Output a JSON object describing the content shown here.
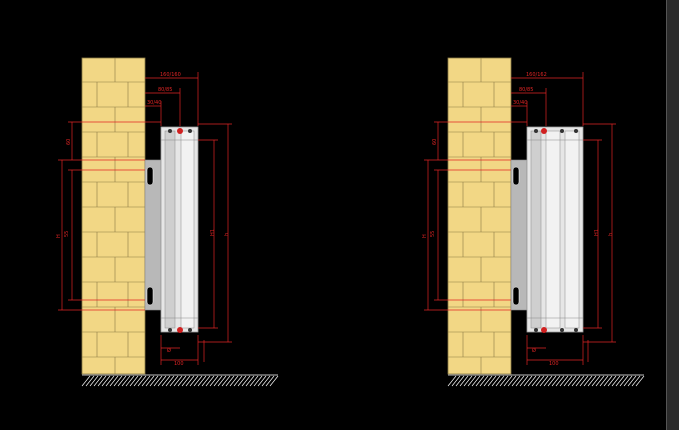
{
  "drawing": {
    "background": "#000000",
    "colors": {
      "brick": "#f2d785",
      "mortar": "#8a7a44",
      "dimension": "#e02424",
      "radiator_fill": "#e6e6e6",
      "radiator_stroke": "#9a9a9a",
      "bracket": "#b8b8b8",
      "floor_hatch": "#ffffff"
    },
    "details": [
      {
        "id": "left",
        "name": "single-panel-radiator",
        "dims_top": [
          "160/160",
          "80/85",
          "30/40"
        ],
        "dims_vertical_labels": [
          "Ø",
          "H",
          "H1",
          "h"
        ],
        "dims_bottom": [
          "100"
        ],
        "side_labels": [
          "60",
          "55"
        ]
      },
      {
        "id": "right",
        "name": "double-panel-radiator",
        "dims_top": [
          "160/162",
          "80/85",
          "30/40"
        ],
        "dims_vertical_labels": [
          "Ø",
          "H",
          "H1",
          "h"
        ],
        "dims_bottom": [
          "100"
        ],
        "side_labels": [
          "60",
          "55"
        ]
      }
    ]
  }
}
